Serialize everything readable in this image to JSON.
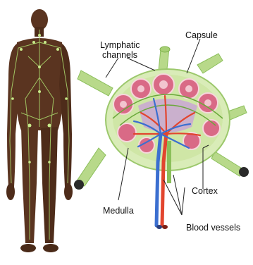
{
  "labels": {
    "lymphatic_channels_line1": "Lymphatic",
    "lymphatic_channels_line2": "channels",
    "capsule": "Capsule",
    "cortex": "Cortex",
    "medulla": "Medulla",
    "blood_vessels": "Blood vessels"
  },
  "colors": {
    "skin": "#5a3420",
    "lymph_green": "#b8d98a",
    "node_fill": "#d9ecb8",
    "pink_lobule": "#d96a86",
    "medulla_purple": "#c9a6d4",
    "artery_red": "#e2452e",
    "vein_blue": "#3b6fd0"
  }
}
